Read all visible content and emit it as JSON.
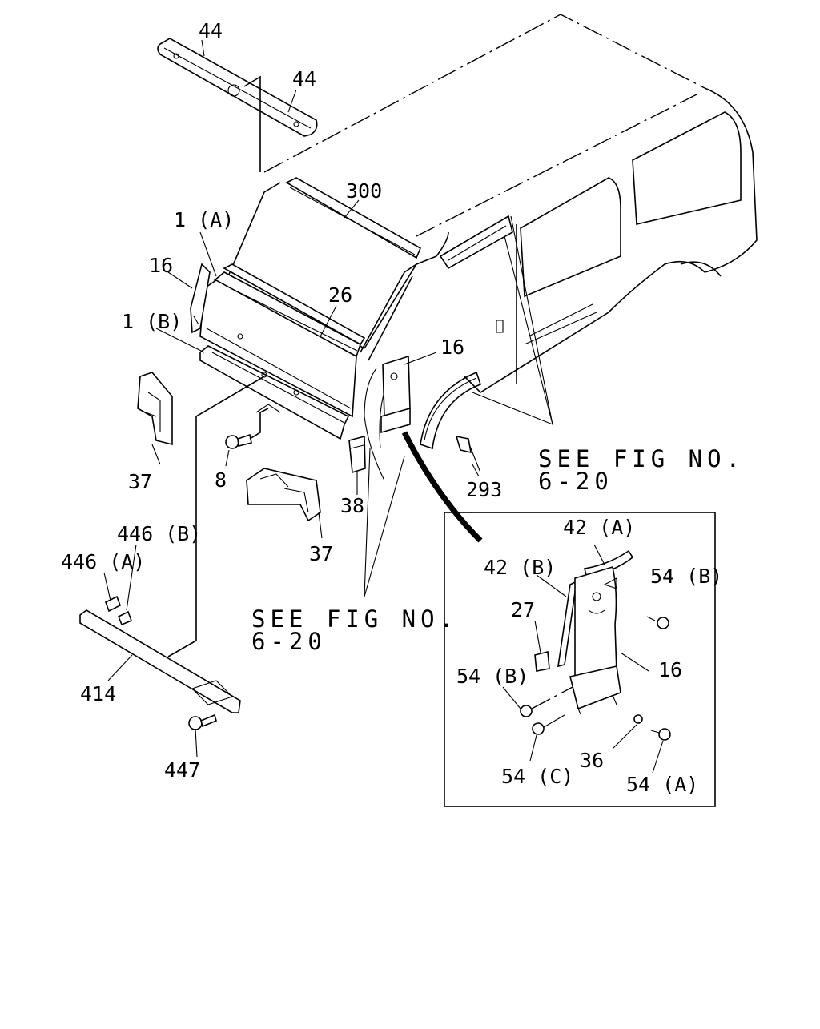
{
  "labels": {
    "p44a": "44",
    "p44b": "44",
    "p300": "300",
    "p1a": "1 (A)",
    "p16a": "16",
    "p26": "26",
    "p1b": "1 (B)",
    "p16b": "16",
    "p37a": "37",
    "p8": "8",
    "p37b": "37",
    "p38": "38",
    "p293": "293",
    "p446b": "446 (B)",
    "p446a": "446 (A)",
    "p414": "414",
    "p447": "447"
  },
  "references": {
    "right": {
      "line1": "SEE FIG NO.",
      "line2": "6-20"
    },
    "center": {
      "line1": "SEE FIG NO.",
      "line2": "6-20"
    }
  },
  "inset": {
    "p42a": "42 (A)",
    "p42b": "42 (B)",
    "p54b_top": "54 (B)",
    "p27": "27",
    "p16": "16",
    "p54b_left": "54 (B)",
    "p36": "36",
    "p54c": "54 (C)",
    "p54a": "54 (A)"
  }
}
